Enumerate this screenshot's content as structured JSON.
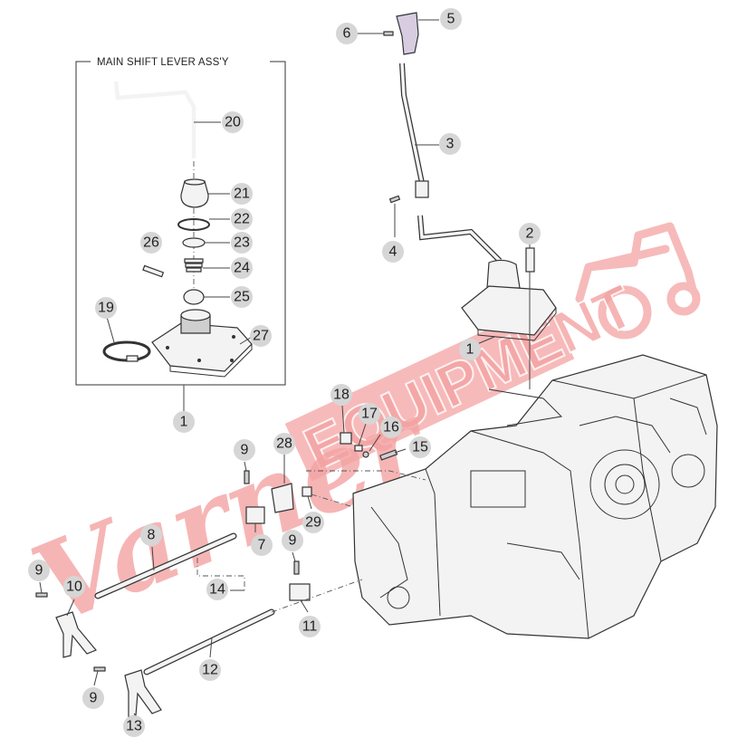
{
  "assembly_box": {
    "title": "MAIN SHIFT LEVER ASS'Y"
  },
  "watermark": {
    "text_script": "Varner",
    "text_block": "EQUIPMENT",
    "color": "#f4a3a3"
  },
  "callouts": [
    {
      "id": "c1a",
      "label": "1"
    },
    {
      "id": "c1b",
      "label": "1"
    },
    {
      "id": "c2",
      "label": "2"
    },
    {
      "id": "c3",
      "label": "3"
    },
    {
      "id": "c4",
      "label": "4"
    },
    {
      "id": "c5",
      "label": "5"
    },
    {
      "id": "c6",
      "label": "6"
    },
    {
      "id": "c7",
      "label": "7"
    },
    {
      "id": "c8",
      "label": "8"
    },
    {
      "id": "c9a",
      "label": "9"
    },
    {
      "id": "c9b",
      "label": "9"
    },
    {
      "id": "c9c",
      "label": "9"
    },
    {
      "id": "c9d",
      "label": "9"
    },
    {
      "id": "c10",
      "label": "10"
    },
    {
      "id": "c11",
      "label": "11"
    },
    {
      "id": "c12",
      "label": "12"
    },
    {
      "id": "c13",
      "label": "13"
    },
    {
      "id": "c14",
      "label": "14"
    },
    {
      "id": "c15",
      "label": "15"
    },
    {
      "id": "c16",
      "label": "16"
    },
    {
      "id": "c17",
      "label": "17"
    },
    {
      "id": "c18",
      "label": "18"
    },
    {
      "id": "c19",
      "label": "19"
    },
    {
      "id": "c20",
      "label": "20"
    },
    {
      "id": "c21",
      "label": "21"
    },
    {
      "id": "c22",
      "label": "22"
    },
    {
      "id": "c23",
      "label": "23"
    },
    {
      "id": "c24",
      "label": "24"
    },
    {
      "id": "c25",
      "label": "25"
    },
    {
      "id": "c26",
      "label": "26"
    },
    {
      "id": "c27",
      "label": "27"
    },
    {
      "id": "c28",
      "label": "28"
    },
    {
      "id": "c29",
      "label": "29"
    }
  ]
}
